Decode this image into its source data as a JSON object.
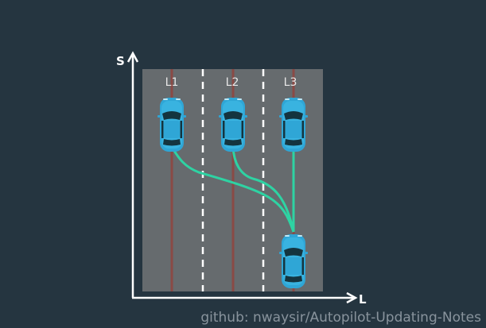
{
  "axes": {
    "s_label": "S",
    "l_label": "L"
  },
  "lanes": [
    {
      "label": "L1"
    },
    {
      "label": "L2"
    },
    {
      "label": "L3"
    }
  ],
  "watermark": "github: nwaysir/Autopilot-Updating-Notes",
  "colors": {
    "background": "#253540",
    "road": "#666b6e",
    "center_line": "#8a4a45",
    "lane_divider": "#ffffff",
    "path": "#2ed3a3",
    "car_body": "#2fa6d6",
    "axis": "#ffffff"
  },
  "icons": {
    "target_car": "car-top-view-icon",
    "ego_car": "car-top-view-icon"
  }
}
